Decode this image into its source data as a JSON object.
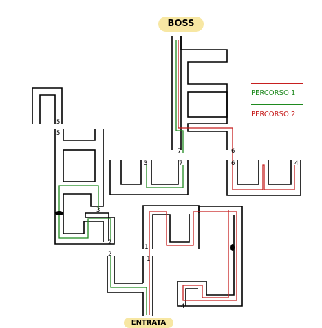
{
  "labels": {
    "boss": "BOSS",
    "entrata": "ENTRATA"
  },
  "legend": {
    "path1": "PERCORSO 1",
    "path2": "PERCORSO 2"
  },
  "markers": [
    "5",
    "5",
    "3",
    "2",
    "2",
    "1",
    "1",
    "4",
    "3",
    "7",
    "7",
    "6",
    "6",
    "4"
  ],
  "colors": {
    "path1": "#1f8a1f",
    "path2": "#c71f1f",
    "badge": "#f7e7a3"
  }
}
